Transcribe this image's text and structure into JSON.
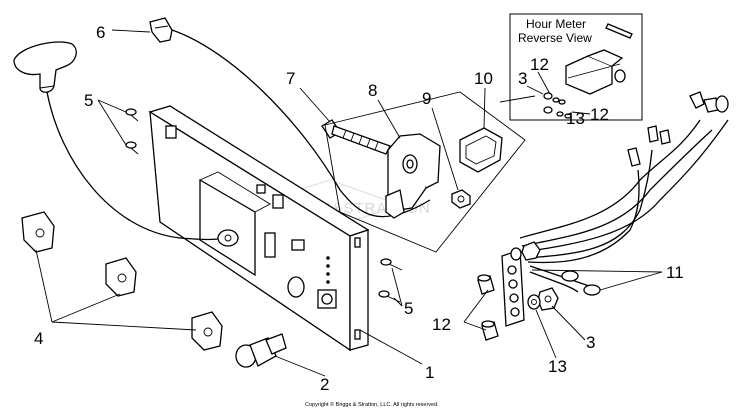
{
  "inset": {
    "title_line1": "Hour Meter",
    "title_line2": "Reverse View",
    "callouts": [
      "3",
      "12",
      "12",
      "13"
    ]
  },
  "callouts": {
    "c1": "1",
    "c2": "2",
    "c3": "3",
    "c4": "4",
    "c5a": "5",
    "c5b": "5",
    "c6": "6",
    "c7": "7",
    "c8": "8",
    "c9": "9",
    "c10": "10",
    "c11": "11",
    "c12": "12",
    "c13": "13"
  },
  "watermark": "BRIGGS&STRATTON",
  "copyright": "Copyright © Briggs & Stratton, LLC. All rights reserved."
}
